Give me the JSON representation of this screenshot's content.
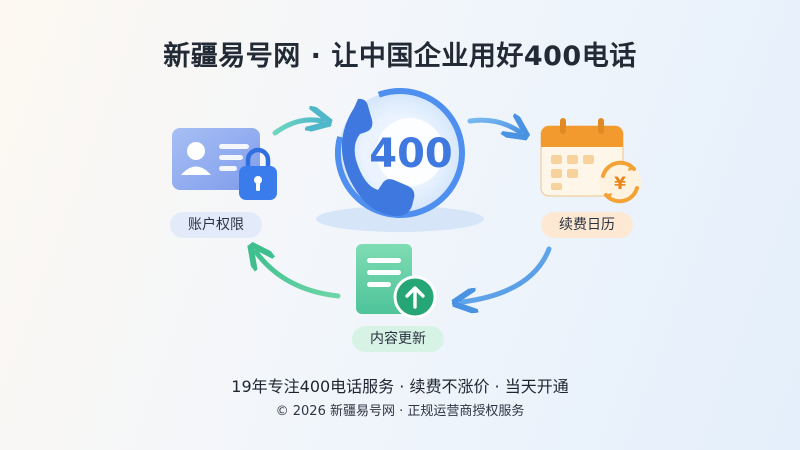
{
  "title": "新疆易号网 · 让中国企业用好400电话",
  "center": {
    "number_text": "400"
  },
  "nodes": {
    "account": {
      "label": "账户权限"
    },
    "renew": {
      "label": "续费日历",
      "currency_symbol": "¥"
    },
    "content": {
      "label": "内容更新"
    }
  },
  "footer": {
    "line1": "19年专注400电话服务 · 续费不涨价 · 当天开通",
    "line2": "© 2026 新疆易号网 · 正规运营商授权服务"
  },
  "colors": {
    "phone_blue": "#3f78de",
    "account_blue": "#5b86e3",
    "calendar_orange": "#f3a235",
    "document_green": "#3fbf8e",
    "arrow_teal": "#5ec7b8",
    "arrow_blue": "#5aa4e8"
  },
  "icons": {
    "account": "id-card-lock-icon",
    "center": "phone-icon",
    "renew": "calendar-renew-icon",
    "content": "document-upload-icon"
  }
}
